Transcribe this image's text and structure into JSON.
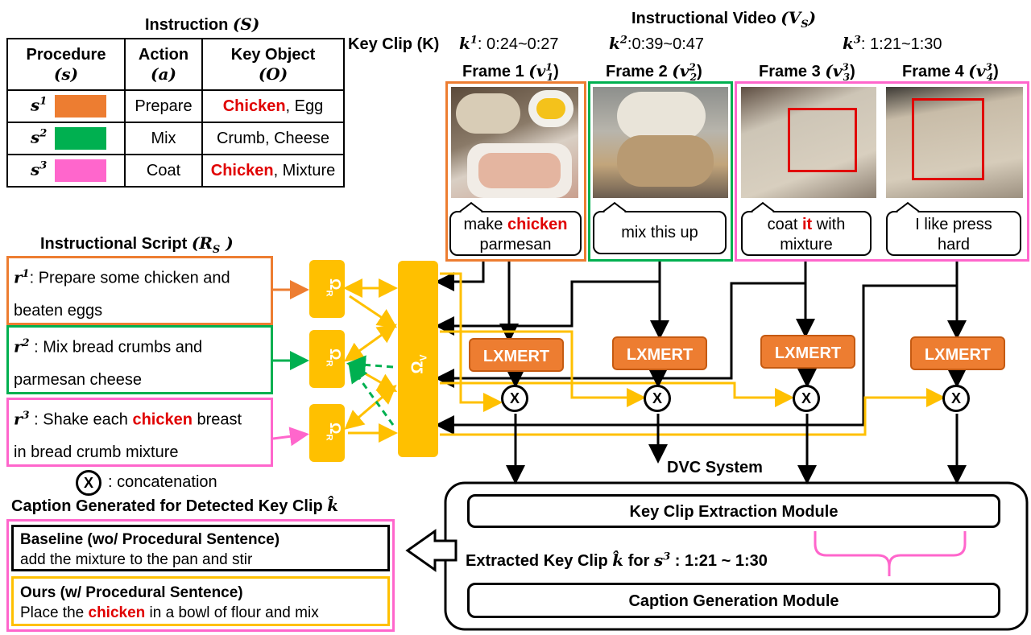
{
  "instruction": {
    "title": "Instruction",
    "title_symbol": "(S)",
    "headers": [
      {
        "line1": "Procedure",
        "line2": "(s)"
      },
      {
        "line1": "Action",
        "line2": "(a)"
      },
      {
        "line1": "Key Object",
        "line2": "(O)"
      }
    ],
    "rows": [
      {
        "proc": "s",
        "sup": "1",
        "color": "#ed7d31",
        "action": "Prepare",
        "obj_red": "Chicken",
        "obj_rest": ", Egg"
      },
      {
        "proc": "s",
        "sup": "2",
        "color": "#00b050",
        "action": "Mix",
        "obj_red": "",
        "obj_rest": "Crumb, Cheese"
      },
      {
        "proc": "s",
        "sup": "3",
        "color": "#ff66cc",
        "action": "Coat",
        "obj_red": "Chicken",
        "obj_rest": ", Mixture"
      }
    ]
  },
  "video": {
    "title": "Instructional Video",
    "title_symbol": "(V",
    "title_sub": "S",
    "title_close": ")",
    "key_clip_label": "Key Clip (K)",
    "clips": [
      {
        "k": "k",
        "sup": "1",
        "time": ": 0:24~0:27"
      },
      {
        "k": "k",
        "sup": "2",
        "time": ":0:39~0:47"
      },
      {
        "k": "k",
        "sup": "3",
        "time": ": 1:21~1:30"
      }
    ],
    "frames": [
      {
        "label": "Frame 1",
        "sym": "(v",
        "sup": "1",
        "sub": "1"
      },
      {
        "label": "Frame 2",
        "sym": "(v",
        "sup": "2",
        "sub": "2"
      },
      {
        "label": "Frame 3",
        "sym": "(v",
        "sup": "3",
        "sub": "3"
      },
      {
        "label": "Frame 4",
        "sym": "(v",
        "sup": "3",
        "sub": "4"
      }
    ],
    "bubbles": [
      {
        "pre": "make ",
        "red": "chicken",
        "post": "parmesan"
      },
      {
        "pre": "mix this up",
        "red": "",
        "post": ""
      },
      {
        "pre": "coat ",
        "red": "it",
        "post": " with mixture"
      },
      {
        "pre": "I like press hard",
        "red": "",
        "post": ""
      }
    ]
  },
  "script": {
    "title": "Instructional Script",
    "title_symbol": "(R",
    "title_sub": "S",
    "title_close": " )",
    "items": [
      {
        "r": "r",
        "sup": "1",
        "pre": ": Prepare some chicken and",
        "red": "",
        "line2": "beaten eggs"
      },
      {
        "r": "r",
        "sup": "2",
        "pre": " : Mix bread crumbs and",
        "red": "",
        "line2": "parmesan cheese"
      },
      {
        "r": "r",
        "sup": "3",
        "pre": " : Shake each ",
        "red": "chicken",
        "post": " breast",
        "line2": "in bread crumb mixture"
      }
    ]
  },
  "modules": {
    "omega_r": "Ω",
    "omega_r_sub": "R",
    "omega_v": "Ω",
    "omega_v_sub": "V",
    "lxmert": "LXMERT",
    "concat_symbol": "X",
    "concat_legend": ": concatenation"
  },
  "dvc": {
    "title": "DVC System",
    "key_clip_module": "Key Clip Extraction Module",
    "extracted_pre": "Extracted Key Clip ",
    "extracted_khat": "k̂",
    "extracted_for": " for ",
    "extracted_s": "s",
    "extracted_sup": "3",
    "extracted_time": " : 1:21 ~ 1:30",
    "caption_module": "Caption Generation Module"
  },
  "captions": {
    "title": "Caption Generated for Detected Key Clip ",
    "title_khat": "k̂",
    "baseline_title": "Baseline (wo/ Procedural Sentence)",
    "baseline_text": "add the mixture to the pan and stir",
    "ours_title": "Ours (w/ Procedural Sentence)",
    "ours_pre": "Place the ",
    "ours_red": "chicken",
    "ours_post": " in a bowl of flour and mix"
  },
  "colors": {
    "orange": "#ed7d31",
    "green": "#00b050",
    "pink": "#ff66cc",
    "yellow": "#ffc000",
    "red": "#e00000"
  }
}
